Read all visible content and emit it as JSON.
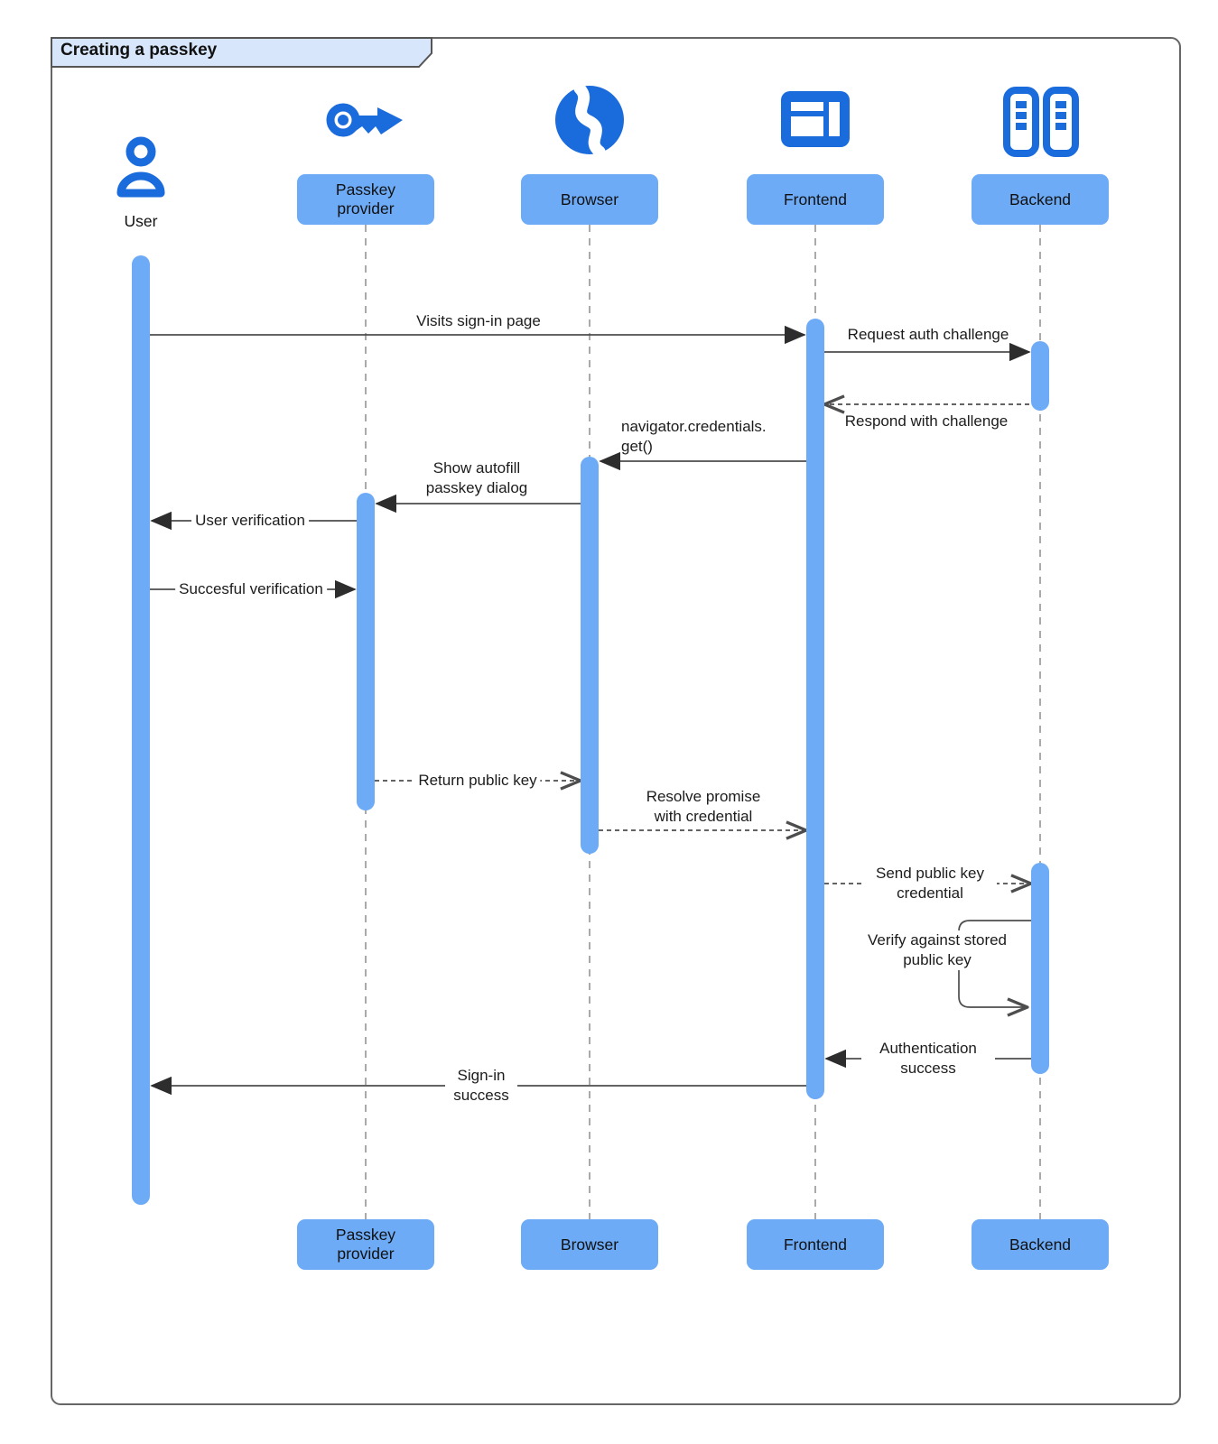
{
  "diagram": {
    "title": "Creating a passkey",
    "type": "sequence-diagram"
  },
  "colors": {
    "icon_blue": "#1a6bdc",
    "bar_blue": "#6dabf7",
    "tab_blue": "#d8e6fb",
    "frame_gray": "#666666",
    "lifeline_gray": "#9b9b9b",
    "arrow_gray": "#4d4d4d",
    "text": "#1a1a1a"
  },
  "actors": {
    "user": {
      "name": "User",
      "icon": "person-icon"
    },
    "passkey_provider": {
      "name": "Passkey provider",
      "icon": "key-icon"
    },
    "browser": {
      "name": "Browser",
      "icon": "globe-icon"
    },
    "frontend": {
      "name": "Frontend",
      "icon": "browser-window-icon"
    },
    "backend": {
      "name": "Backend",
      "icon": "server-icon"
    }
  },
  "messages": {
    "visits_sign_in": {
      "label": "Visits sign-in page",
      "from": "User",
      "to": "Frontend",
      "style": "solid"
    },
    "request_auth_challenge": {
      "label": "Request auth challenge",
      "from": "Frontend",
      "to": "Backend",
      "style": "solid"
    },
    "respond_with_challenge": {
      "label": "Respond with challenge",
      "from": "Backend",
      "to": "Frontend",
      "style": "dashed-return"
    },
    "navigator_credentials_get": {
      "label": "navigator.credentials.\nget()",
      "from": "Frontend",
      "to": "Browser",
      "style": "solid"
    },
    "show_autofill_dialog": {
      "label": "Show autofill passkey dialog",
      "from": "Browser",
      "to": "Passkey provider",
      "style": "solid"
    },
    "user_verification": {
      "label": "User verification",
      "from": "Passkey provider",
      "to": "User",
      "style": "solid"
    },
    "succesful_verification": {
      "label": "Succesful verification",
      "from": "User",
      "to": "Passkey provider",
      "style": "solid"
    },
    "return_public_key": {
      "label": "Return public key",
      "from": "Passkey provider",
      "to": "Browser",
      "style": "dashed-return"
    },
    "resolve_promise": {
      "label": "Resolve promise with credential",
      "from": "Browser",
      "to": "Frontend",
      "style": "dashed-return"
    },
    "send_public_key_credential": {
      "label": "Send public key credential",
      "from": "Frontend",
      "to": "Backend",
      "style": "dashed-return"
    },
    "verify_stored_key": {
      "label": "Verify against stored public key",
      "from": "Backend",
      "to": "Backend",
      "style": "self-loop"
    },
    "authentication_success": {
      "label": "Authentication success",
      "from": "Backend",
      "to": "Frontend",
      "style": "solid"
    },
    "sign_in_success": {
      "label": "Sign-in success",
      "from": "Frontend",
      "to": "User",
      "style": "solid"
    }
  }
}
